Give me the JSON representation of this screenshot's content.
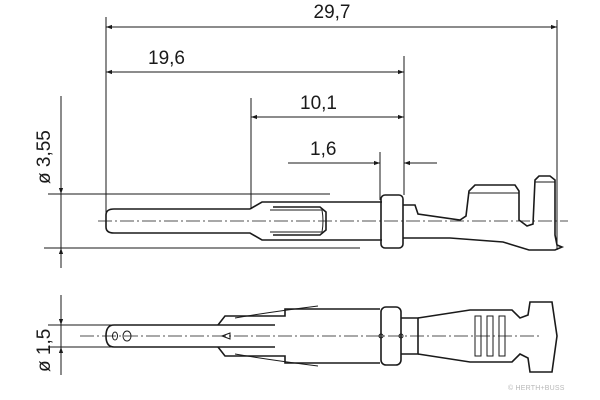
{
  "drawing": {
    "subject": "crimp pin contact",
    "views": [
      "side view",
      "top view"
    ],
    "dimensions": {
      "total_length": "29,7",
      "length_to_collar": "19,6",
      "pin_length": "10,1",
      "collar_width": "1,6",
      "diameter_collar": "ø 3,55",
      "diameter_pin": "ø 1,5"
    },
    "watermark": "© HERTH+BUSS"
  }
}
